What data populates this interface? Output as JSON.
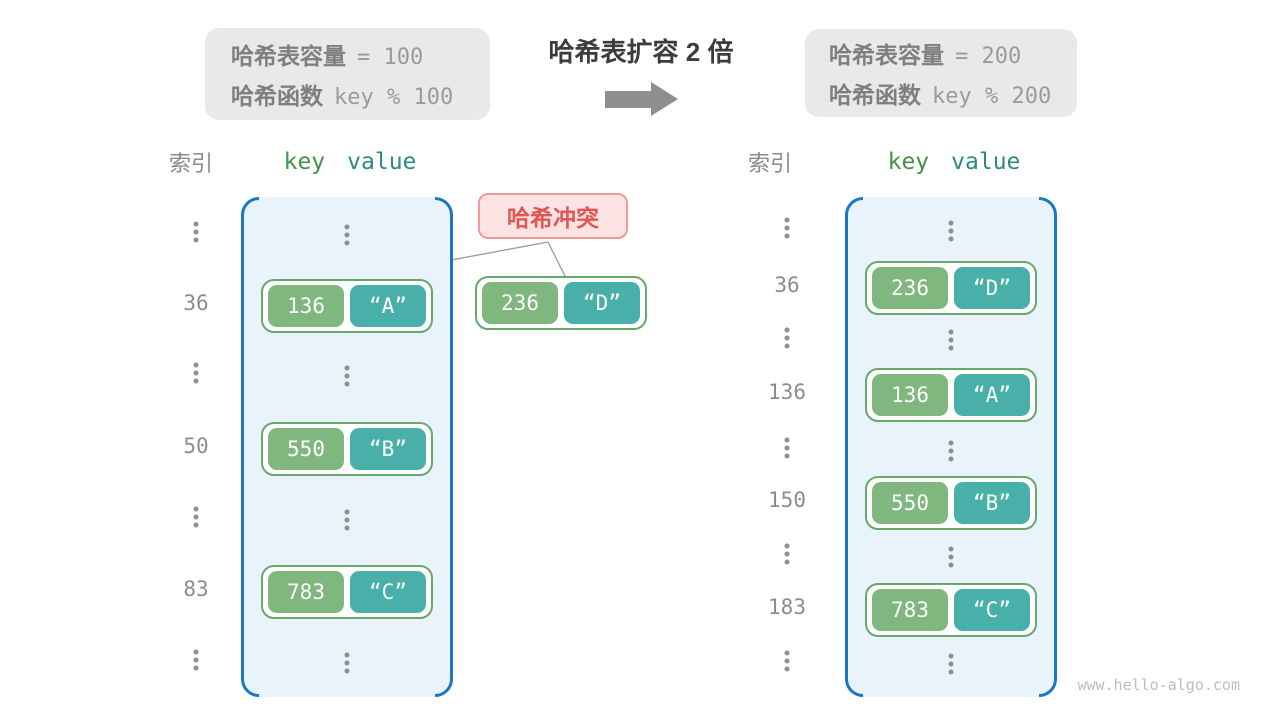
{
  "watermark": "www.hello-algo.com",
  "transition": {
    "title": "哈希表扩容 2 倍"
  },
  "info_left": {
    "capacity_label": "哈希表容量",
    "capacity_value": "= 100",
    "hash_label": "哈希函数",
    "hash_value": "key % 100"
  },
  "info_right": {
    "capacity_label": "哈希表容量",
    "capacity_value": "= 200",
    "hash_label": "哈希函数",
    "hash_value": "key % 200"
  },
  "collision": {
    "label": "哈希冲突",
    "pair": {
      "key": "236",
      "value": "“D”"
    }
  },
  "left_table": {
    "index_header": "索引",
    "key_header": "key",
    "value_header": "value",
    "rows": [
      {
        "type": "ellipsis"
      },
      {
        "type": "pair",
        "index": "36",
        "key": "136",
        "value": "“A”"
      },
      {
        "type": "ellipsis"
      },
      {
        "type": "pair",
        "index": "50",
        "key": "550",
        "value": "“B”"
      },
      {
        "type": "ellipsis"
      },
      {
        "type": "pair",
        "index": "83",
        "key": "783",
        "value": "“C”"
      },
      {
        "type": "ellipsis"
      }
    ]
  },
  "right_table": {
    "index_header": "索引",
    "key_header": "key",
    "value_header": "value",
    "rows": [
      {
        "type": "ellipsis"
      },
      {
        "type": "pair",
        "index": "36",
        "key": "236",
        "value": "“D”"
      },
      {
        "type": "ellipsis"
      },
      {
        "type": "pair",
        "index": "136",
        "key": "136",
        "value": "“A”"
      },
      {
        "type": "ellipsis"
      },
      {
        "type": "pair",
        "index": "150",
        "key": "550",
        "value": "“B”"
      },
      {
        "type": "ellipsis"
      },
      {
        "type": "pair",
        "index": "183",
        "key": "783",
        "value": "“C”"
      },
      {
        "type": "ellipsis"
      }
    ]
  },
  "colors": {
    "table_fill": "#e9f3fb",
    "table_border": "#1a78c2",
    "key_cell": "#7fb77f",
    "value_cell": "#48b0a8",
    "pair_border": "#66a96a",
    "key_header_text": "#479047",
    "value_header_text": "#2f8a7d",
    "collision_text": "#e25555",
    "collision_fill": "#fce3e3",
    "collision_border": "#f09a96",
    "info_box_fill": "#e9e9e9",
    "muted_text": "#8c8c8c",
    "arrow": "#8e8e8e"
  }
}
